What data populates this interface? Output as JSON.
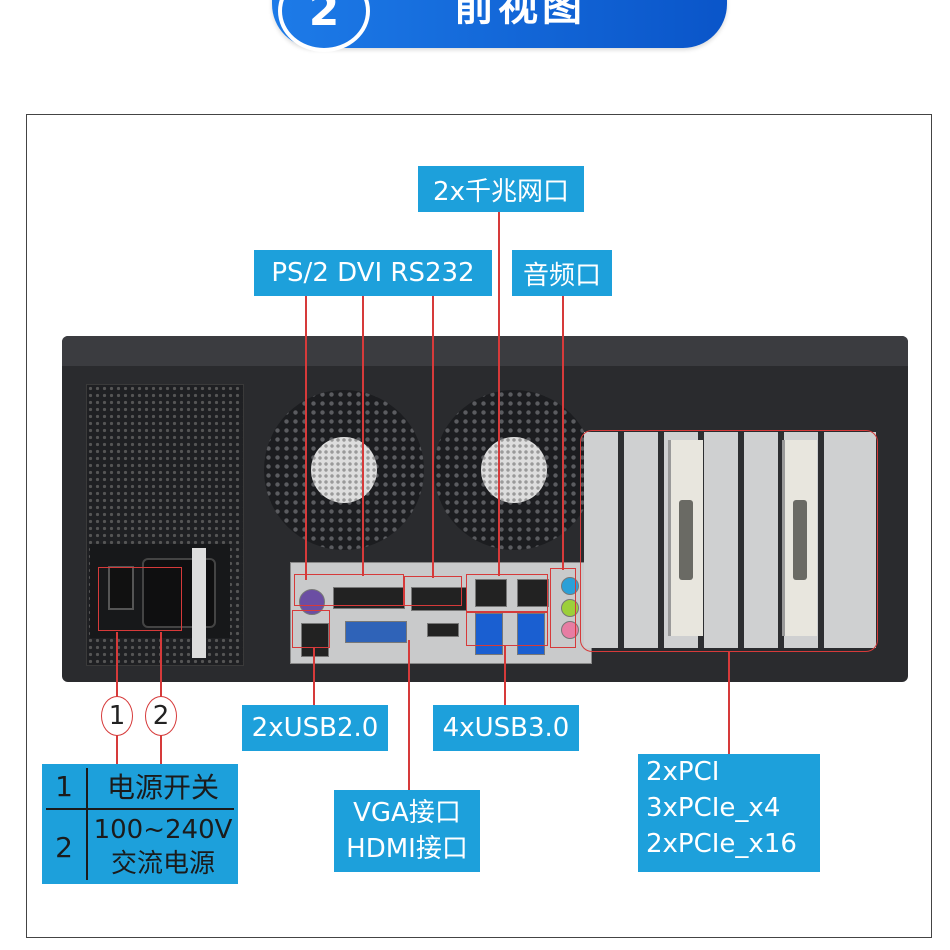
{
  "header": {
    "number": "2",
    "title": "前视图"
  },
  "labels": {
    "gigabit": "2x千兆网口",
    "ps2_dvi_rs232": "PS/2 DVI RS232",
    "audio": "音频口",
    "usb2": "2xUSB2.0",
    "usb3": "4xUSB3.0",
    "vga_hdmi": [
      "VGA接口",
      "HDMI接口"
    ],
    "expansion": [
      "2xPCI",
      "3xPCIe_x4",
      "2xPCIe_x16"
    ]
  },
  "markers": [
    "1",
    "2"
  ],
  "legend": {
    "rows": [
      {
        "num": "1",
        "text": [
          "电源开关"
        ]
      },
      {
        "num": "2",
        "text": [
          "100~240V",
          "交流电源"
        ]
      }
    ]
  },
  "colors": {
    "banner": "#1d7be8",
    "label_bg": "#1da0db",
    "callout_red": "#d63a3a"
  }
}
